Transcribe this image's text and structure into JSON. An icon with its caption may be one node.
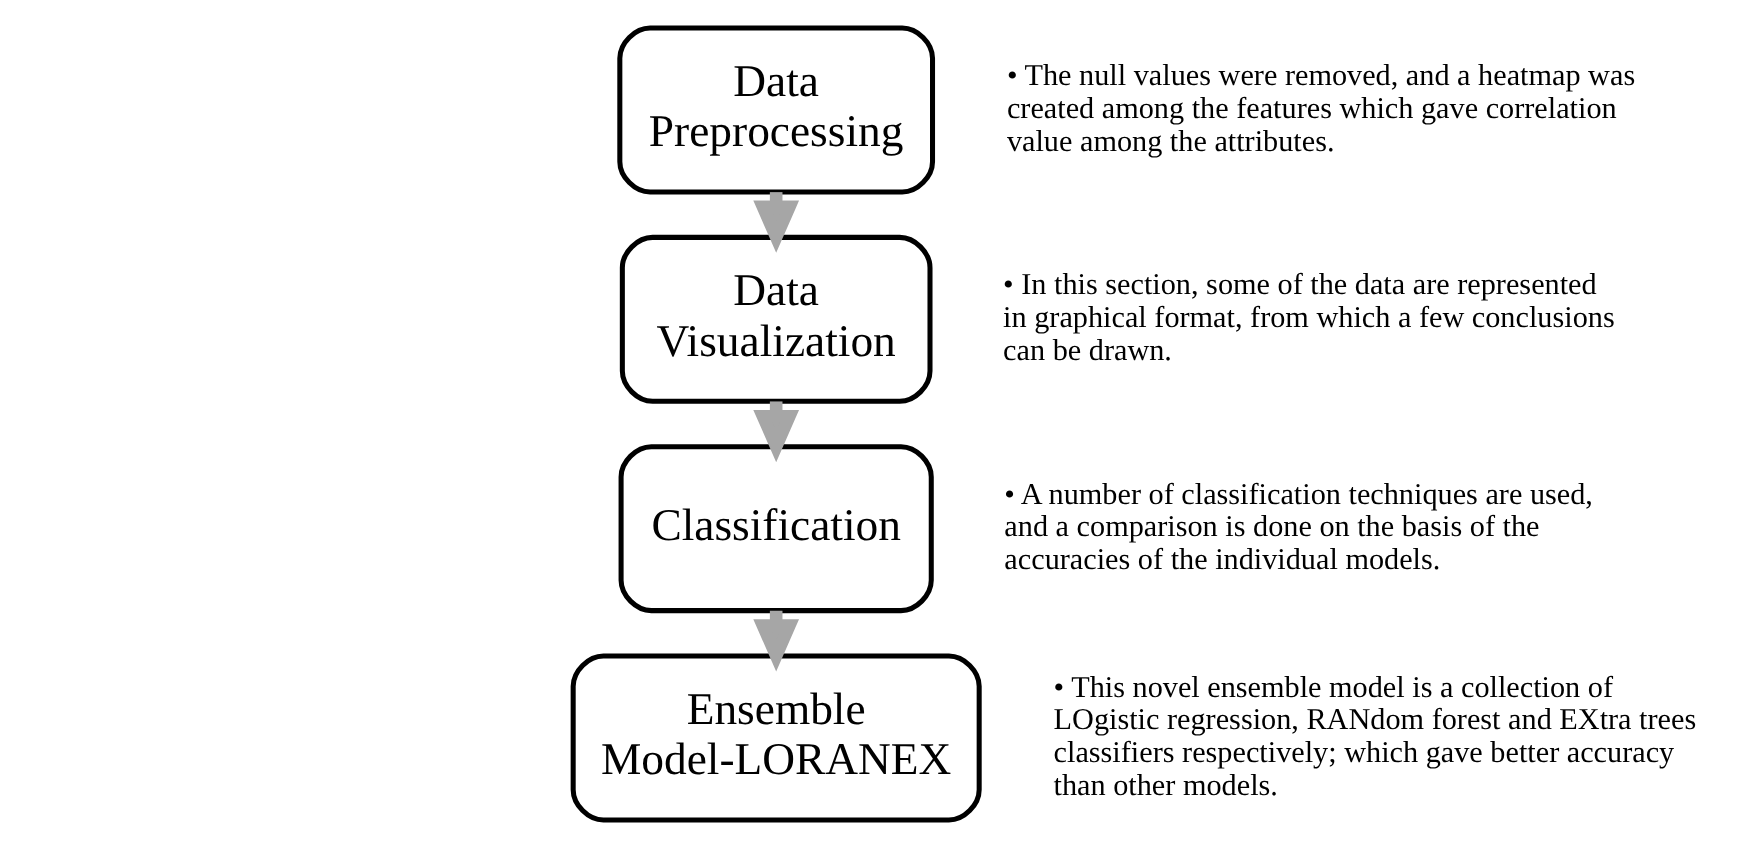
{
  "diagram": {
    "nodes": [
      {
        "text": [
          "Data Preprocessing"
        ],
        "beside": [
          "• The null values were removed, and a heatmap was created among the features which gave correlation value among the attributes."
        ]
      },
      {
        "text": [
          "Data Visualization"
        ],
        "beside": [
          "• In this section, some of the data are represented in graphical format, from which a few conclusions can be drawn."
        ]
      },
      {
        "text": [
          "Classification"
        ],
        "beside": [
          "• A number of classification techniques are used, and a comparison is done on the basis of the accuracies of the individual models."
        ]
      },
      {
        "text": [
          "Ensemble Model-LORANEX"
        ],
        "beside": [
          "• This novel ensemble model is a collection of LOgistic regression, RANdom forest and EXtra trees classifiers respectively; which gave better accuracy than other models."
        ]
      }
    ],
    "edges": [
      {
        "from": 0,
        "to": 1,
        "arrow": "to"
      },
      {
        "from": 1,
        "to": 2,
        "arrow": "to"
      },
      {
        "from": 2,
        "to": 3,
        "arrow": "to"
      }
    ]
  }
}
